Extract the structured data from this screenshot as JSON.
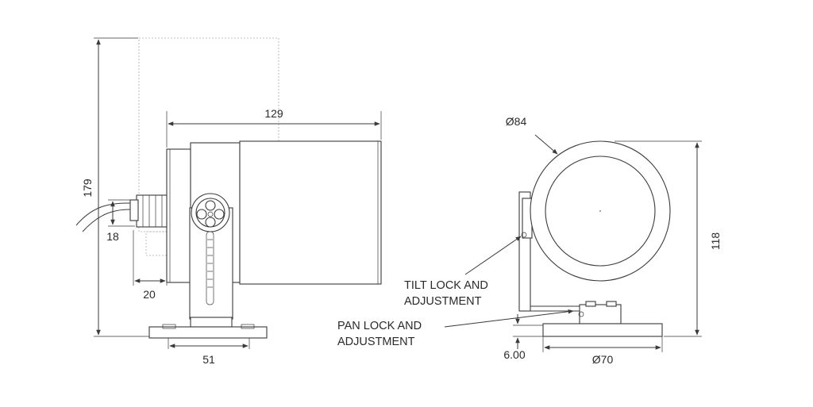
{
  "side_view": {
    "height_total": "179",
    "length": "129",
    "cable_gland": "18",
    "gland_offset": "20",
    "base_width": "51"
  },
  "front_view": {
    "diameter": "Ø84",
    "height": "118",
    "base_offset": "6.00",
    "base_diameter": "Ø70",
    "tilt_label_line1": "TILT LOCK AND",
    "tilt_label_line2": "ADJUSTMENT",
    "pan_label_line1": "PAN LOCK AND",
    "pan_label_line2": "ADJUSTMENT"
  }
}
